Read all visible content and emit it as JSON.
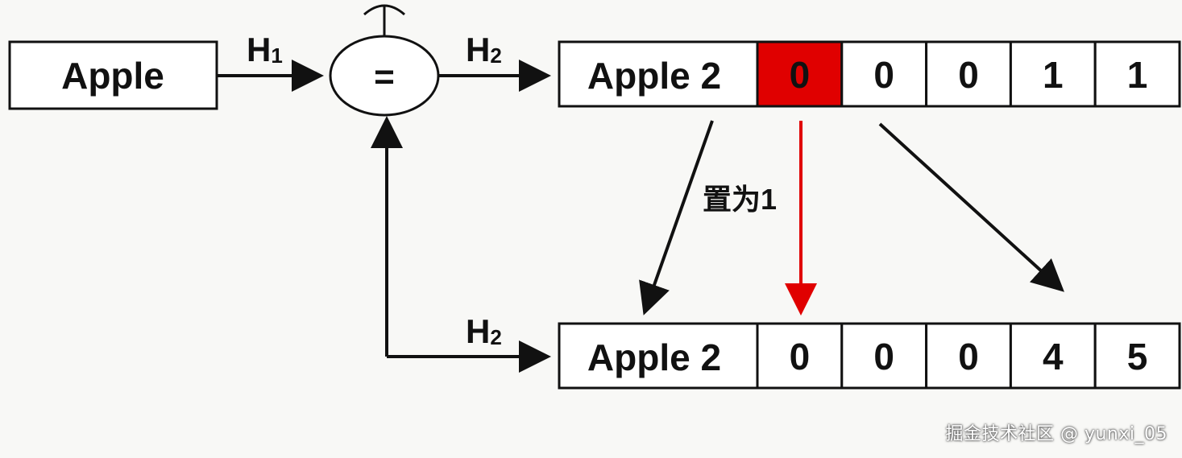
{
  "input_box": {
    "label": "Apple"
  },
  "hash_labels": {
    "h1": "H",
    "h1_sub": "1",
    "h2_top": "H",
    "h2_top_sub": "2",
    "h2_bottom": "H",
    "h2_bottom_sub": "2"
  },
  "compare_node": {
    "symbol": "="
  },
  "top_row": {
    "key": "Apple 2",
    "cells": [
      "0",
      "0",
      "0",
      "1",
      "1"
    ],
    "highlight_index": 0,
    "highlight_color": "#e00000"
  },
  "bottom_row": {
    "key": "Apple 2",
    "cells": [
      "0",
      "0",
      "0",
      "4",
      "5"
    ]
  },
  "annotation": {
    "text": "置为1"
  },
  "colors": {
    "stroke": "#111111",
    "red_arrow": "#e00000"
  },
  "watermark": {
    "text": "掘金技术社区 @ yunxi_05"
  }
}
